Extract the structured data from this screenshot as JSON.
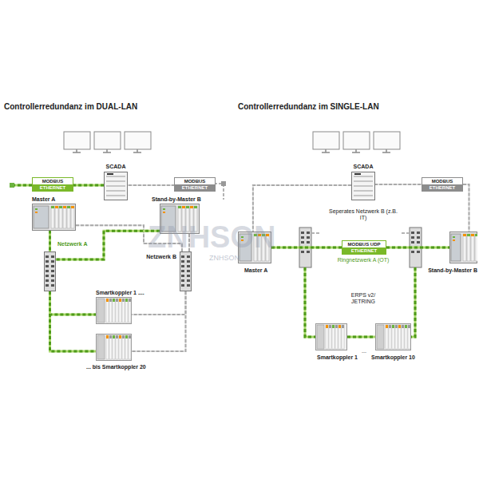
{
  "diagram": {
    "nodes": [
      {
        "text": [
          "SCADA"
        ]
      },
      {
        "text": [
          "MODBUS",
          "ETHERNET"
        ]
      },
      {
        "text": [
          "MODBUS",
          "ETHERNET"
        ]
      },
      {
        "text": [
          "Master A"
        ]
      },
      {
        "text": [
          "Stand-by-Master B"
        ]
      },
      {
        "text": [
          "Netzwerk A"
        ]
      },
      {
        "text": [
          "Netzwerk B"
        ]
      },
      {
        "text": [
          "Smartkoppler 1 ...."
        ]
      },
      {
        "text": [
          "... bis Smartkoppler 20"
        ]
      },
      {
        "text": [
          "SCADA"
        ]
      },
      {
        "text": [
          "MODBUS",
          "ETHERNET"
        ]
      },
      {
        "text": [
          "Master A"
        ]
      },
      {
        "text": [
          "MODBUS UDP",
          "ETHERNET"
        ]
      },
      {
        "text": [
          "Stand-by-Master B"
        ]
      },
      {
        "text": [
          "Smartkoppler 1"
        ]
      },
      {
        "text": [
          "Smartkoppler 10"
        ]
      }
    ],
    "edges": [
      {
        "from": 1,
        "to": 0,
        "arrow": "none"
      },
      {
        "from": 2,
        "to": 0,
        "arrow": "none"
      },
      {
        "from": 3,
        "to": 5,
        "arrow": "none"
      },
      {
        "from": 3,
        "to": 6,
        "arrow": "none"
      },
      {
        "from": 4,
        "to": 5,
        "arrow": "none"
      },
      {
        "from": 4,
        "to": 6,
        "arrow": "none"
      },
      {
        "from": 5,
        "to": 7,
        "arrow": "none"
      },
      {
        "from": 5,
        "to": 8,
        "arrow": "none"
      },
      {
        "from": 6,
        "to": 7,
        "arrow": "none"
      },
      {
        "from": 6,
        "to": 8,
        "arrow": "none"
      },
      {
        "from": 9,
        "to": 10,
        "arrow": "none"
      },
      {
        "from": 10,
        "to": 13,
        "arrow": "none"
      },
      {
        "from": 9,
        "to": 11,
        "arrow": "none"
      },
      {
        "from": 11,
        "to": 12,
        "arrow": "none"
      },
      {
        "from": 12,
        "to": 13,
        "arrow": "none"
      },
      {
        "from": 14,
        "to": 15,
        "arrow": "none"
      }
    ],
    "labels": [
      "Controllerredundanz im DUAL-LAN",
      "Controllerredundanz im SINGLE-LAN",
      "Seperates Netzwerk B (z.B. IT)",
      "Ringnetzwerk A (OT)",
      "ERPS v2/ JETRING",
      "...",
      "ZNHSON",
      "ZNHSON"
    ]
  }
}
